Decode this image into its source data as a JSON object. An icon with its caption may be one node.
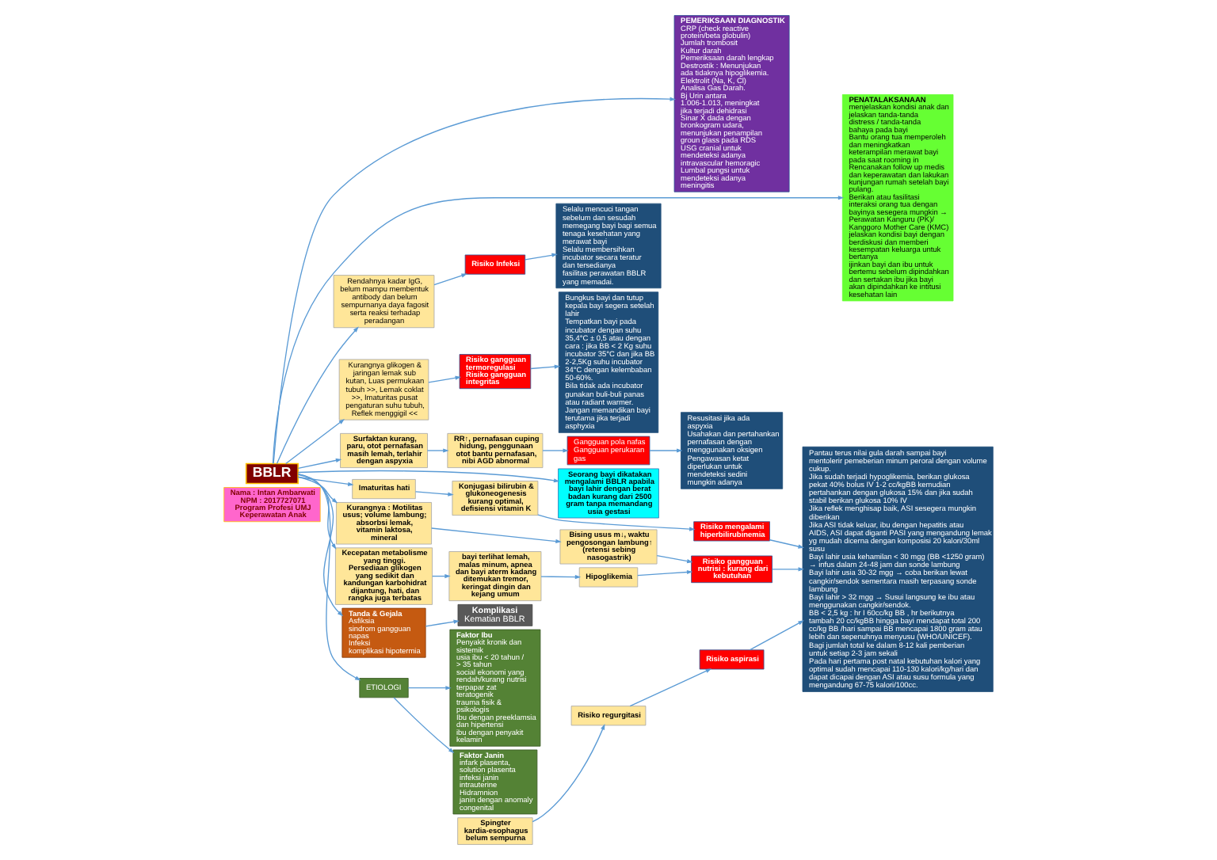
{
  "diagram": {
    "nodes": [
      {
        "text": [
          "Nama : Intan Ambarwati",
          "NPM : 2017727071",
          "Program Profesi UMJ",
          "Keperawatan Anak"
        ]
      },
      {
        "text": [
          "Selalu mencuci tangan sebelum dan sesudah memegang bayi bagi semua tenaga kesehatan yang merawat bayi",
          "Selalu membersihkan incubator secara teratur dan tersedianya fasilitas perawatan BBLR yang memadai."
        ]
      },
      {
        "text": [
          "Bungkus bayi dan tutup kepala bayi segera setelah lahir",
          "Tempatkan bayi pada incubator dengan suhu 35,4°C ± 0,5 atau dengan cara : jika BB < 2 Kg suhu incubator 35°C dan jika BB 2-2,5Kg suhu incubator 34°C dengan kelembaban 50-60%.",
          "Bila tidak ada incubator gunakan buli-buli panas atau radiant warmer.",
          "Jangan memandikan bayi terutama jika terjadi asphyxia"
        ]
      },
      {
        "text": [
          "Resusitasi jika ada aspyxia",
          "Usahakan dan pertahankan pernafasan dengan menggunakan oksigen",
          "Pengawasan ketat diperlukan untuk mendeteksi sedini mungkin adanya"
        ]
      },
      {
        "text": [
          "PEMERIKSAAN DIAGNOSTIK",
          "CRP (check reactive protein/beta globulin)",
          "Jumlah trombosit",
          "Kultur darah",
          "Pemeriksaan darah lengkap",
          "Destrostik : Menunjukan ada tidaknya hipoglikemia.",
          "Elektrolit (Na, K, Cl)",
          "Analisa Gas Darah.",
          "Bj Urin antara 1.006-1.013, meningkat jika terjadi dehidrasi",
          "Sinar X dada dengan bronkogram udara, menunjukan penampilan groun glass pada RDS",
          "USG cranial untuk mendeteksi adanya intravascular hemoragic",
          "Lumbal pungsi untuk mendeteksi adanya meningitis"
        ]
      },
      {
        "text": [
          "PENATALAKSANAAN",
          "menjelaskan kondisi anak dan jelaskan tanda-tanda distress / tanda-tanda bahaya pada bayi",
          "Bantu orang tua memperoleh dan meningkatkan keterampilan merawat bayi pada saat rooming in",
          "Rencanakan follow up medis dan keperawatan dan lakukan kunjungan rumah setelah bayi pulang.",
          "Berikan atau fasilitasi interaksi orang tua dengan bayinya sesegera mungkin → Perawatan Kanguru (PK)/ Kanggoro Mother Care (KMC)",
          "jelaskan kondisi bayi dengan berdiskusi dan memberi kesempatan keluarga untuk bertanya",
          "ijinkan bayi dan ibu untuk bertemu sebelum dipindahkan dan sertakan ibu jika bayi akan dipindahkan ke intitusi kesehatan lain"
        ]
      },
      {
        "text": [
          "Risiko Infeksi"
        ]
      },
      {
        "text": [
          "Risiko gangguan termoregulasi",
          "Risiko gangguan integritas"
        ]
      },
      {
        "text": [
          "Gangguan pola nafas",
          "Gangguan perukaran gas"
        ]
      },
      {
        "text": [
          "Rendahnya kadar IgG, belum mampu membentuk antibody dan belum sempurnanya daya fagosit serta reaksi terhadap peradangan"
        ]
      },
      {
        "text": [
          "Kurangnya glikogen & jaringan lemak sub kutan, Luas permukaan tubuh >>, Lemak coklat >>, Imaturitas pusat pengaturan suhu tubuh, Reflek menggigil <<"
        ]
      },
      {
        "text": [
          "RR↑, pernafasan cuping hidung, penggunaan otot bantu pernafasan, nibi AGD abnormal"
        ]
      },
      {
        "text": [
          "Surfaktan kurang, paru, otot pernafasan masih lemah, terlahir dengan aspyxia"
        ]
      },
      {
        "text": [
          "BBLR"
        ]
      },
      {
        "text": [
          "Seorang bayi dikatakan mengalami BBLR apabila bayi lahir dengan berat badan kurang dari 2500 gram tanpa memandang usia gestasi"
        ]
      },
      {
        "text": [
          "Imaturitas hati"
        ]
      },
      {
        "text": [
          "Konjugasi bilirubin & glukoneogenesis kurang optimal, defisiensi vitamin K"
        ]
      },
      {
        "text": [
          "Spingter kardia-esophagus belum sempurna"
        ]
      },
      {
        "text": [
          "Risiko regurgitasi"
        ]
      },
      {
        "text": [
          "Risiko mengalami hiperbilirubinemia"
        ]
      },
      {
        "text": [
          "Risiko aspirasi"
        ]
      },
      {
        "text": [
          "Kurangnya : Motilitas usus; volume lambung; absorbsi lemak, vitamin laktosa, mineral"
        ]
      },
      {
        "text": [
          "Bising usus m↓, waktu pengosongan lambung↑ (retensi sebing nasogastrik)"
        ]
      },
      {
        "text": [
          "Kecepatan metabolisme yang tinggi. Persediaan glikogen yang sedikit dan kandungan karbohidrat dijantung, hati, dan rangka juga terbatas"
        ]
      },
      {
        "text": [
          "Tanda & Gejala",
          "Asfiksia",
          "sindrom gangguan napas",
          "Infeksi",
          "komplikasi hipotermia"
        ]
      },
      {
        "text": [
          "Komplikasi",
          "Kematian BBLR"
        ]
      },
      {
        "text": [
          "ETIOLOGI"
        ]
      },
      {
        "text": [
          "Faktor Ibu",
          "Penyakit kronik dan sistemik",
          "usia ibu < 20 tahun / > 35 tahun",
          "social ekonomi yang rendah/kurang nutrisi",
          "terpapar zat teratogenik",
          "trauma fisik & psikologis",
          "Ibu dengan preeklamsia dan hipertensi",
          "ibu dengan penyakit kelamin"
        ]
      },
      {
        "text": [
          "Faktor Janin",
          "infark plasenta,",
          "solution plasenta",
          "infeksi janin intrauterine",
          "Hidramnion",
          "janin dengan anomaly congenital"
        ]
      },
      {
        "text": [
          "Pantau terus nilai gula darah sampai bayi mentolerir pemeberian minum peroral dengan volume cukup.",
          "Jika sudah terjadi hypoglikemia, berikan glukosa pekat 40% bolus IV 1-2 cc/kgBB kemudian pertahankan dengan glukosa 15% dan jika sudah stabil berikan glukosa 10% IV",
          "Jika reflek menghisap baik, ASI sesegera mungkin diberikan",
          "Jika ASI tidak keluar, ibu dengan hepatitis atau AIDS, ASI dapat diganti PASI yang mengandung lemak yg mudah dicerna dengan komposisi 20 kalori/30ml susu",
          "Bayi lahir usia kehamilan < 30 mgg (BB <1250 gram) → infus dalam 24-48 jam dan sonde lambung",
          "Bayi lahir usia 30-32 mgg → coba berikan lewat cangkir/sendok sementara masih terpasang sonde lambung",
          "Bayi lahir > 32 mgg → Susui langsung ke ibu atau menggunakan cangkir/sendok.",
          "BB < 2,5 kg : hr I 60cc/kg BB , hr berikutnya tambah 20 cc/kgBB hingga bayi mendapat total 200 cc/kg BB /hari sampai BB mencapai 1800 gram atau lebih dan sepenuhnya menyusu (WHO/UNICEF).",
          "Bagi jumlah total ke dalam 8-12 kali pemberian untuk setiap 2-3 jam sekali",
          "Pada hari pertama post natal kebutuhan kalori yang optimal sudah mencapai 110-130 kalori/kg/hari dan dapat dicapai dengan ASI atau susu formula yang mengandung 67-75 kalori/100cc."
        ]
      },
      {
        "text": [
          "Hipoglikemia"
        ]
      },
      {
        "text": [
          "bayi terlihat lemah, malas minum, apnea dan bayi aterm kadang ditemukan tremor, keringat dingin dan kejang umum"
        ]
      },
      {
        "text": [
          "Risiko gangguan nutrisi : kurang dari kebutuhan"
        ]
      }
    ],
    "edges": [
      {
        "from": 13,
        "to": 9,
        "arrow": "to"
      },
      {
        "from": 9,
        "to": 6,
        "arrow": "to"
      },
      {
        "from": 6,
        "to": 1,
        "arrow": "to"
      },
      {
        "from": 13,
        "to": 10,
        "arrow": "to"
      },
      {
        "from": 10,
        "to": 7,
        "arrow": "to"
      },
      {
        "from": 7,
        "to": 2,
        "arrow": "to"
      },
      {
        "from": 13,
        "to": 12,
        "arrow": "to"
      },
      {
        "from": 12,
        "to": 11,
        "arrow": "to"
      },
      {
        "from": 11,
        "to": 8,
        "arrow": "to"
      },
      {
        "from": 8,
        "to": 3,
        "arrow": "to"
      },
      {
        "from": 13,
        "to": 4,
        "arrow": "to"
      },
      {
        "from": 13,
        "to": 14,
        "arrow": "to"
      },
      {
        "from": 13,
        "to": 5,
        "arrow": "to"
      },
      {
        "from": 13,
        "to": 15,
        "arrow": "to"
      },
      {
        "from": 15,
        "to": 16,
        "arrow": "to"
      },
      {
        "from": 16,
        "to": 19,
        "arrow": "to"
      },
      {
        "from": 17,
        "to": 18,
        "arrow": "to"
      },
      {
        "from": 18,
        "to": 20,
        "arrow": "to"
      },
      {
        "from": 13,
        "to": 21,
        "arrow": "to"
      },
      {
        "from": 21,
        "to": 22,
        "arrow": "to"
      },
      {
        "from": 22,
        "to": 32,
        "arrow": "to"
      },
      {
        "from": 13,
        "to": 23,
        "arrow": "to"
      },
      {
        "from": 23,
        "to": 31,
        "arrow": "to"
      },
      {
        "from": 31,
        "to": 30,
        "arrow": "to"
      },
      {
        "from": 30,
        "to": 32,
        "arrow": "to"
      },
      {
        "from": 13,
        "to": 24,
        "arrow": "to"
      },
      {
        "from": 24,
        "to": 25,
        "arrow": "to"
      },
      {
        "from": 13,
        "to": 26,
        "arrow": "to"
      },
      {
        "from": 26,
        "to": 27,
        "arrow": "to"
      },
      {
        "from": 26,
        "to": 28,
        "arrow": "to"
      },
      {
        "from": 19,
        "to": 29,
        "arrow": "to"
      },
      {
        "from": 20,
        "to": 29,
        "arrow": "to"
      },
      {
        "from": 32,
        "to": 29,
        "arrow": "to"
      }
    ]
  }
}
